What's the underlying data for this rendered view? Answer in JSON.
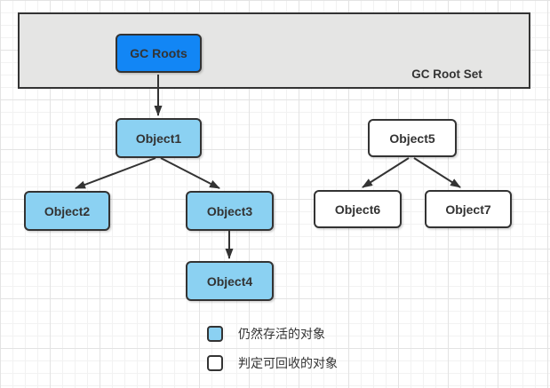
{
  "diagram": {
    "container_label": "GC Root Set",
    "nodes": {
      "gc_roots": "GC Roots",
      "object1": "Object1",
      "object2": "Object2",
      "object3": "Object3",
      "object4": "Object4",
      "object5": "Object5",
      "object6": "Object6",
      "object7": "Object7"
    },
    "edges": [
      {
        "from": "gc_roots",
        "to": "object1"
      },
      {
        "from": "object1",
        "to": "object2"
      },
      {
        "from": "object1",
        "to": "object3"
      },
      {
        "from": "object3",
        "to": "object4"
      },
      {
        "from": "object5",
        "to": "object6"
      },
      {
        "from": "object5",
        "to": "object7"
      }
    ],
    "legend": [
      {
        "swatch": "alive",
        "label": "仍然存活的对象"
      },
      {
        "swatch": "collectable",
        "label": "判定可回收的对象"
      }
    ],
    "colors": {
      "root_fill": "#1286f5",
      "alive_fill": "#8bd1f2",
      "collectable_fill": "#ffffff",
      "container_fill": "#e5e5e4",
      "stroke": "#333333"
    }
  }
}
